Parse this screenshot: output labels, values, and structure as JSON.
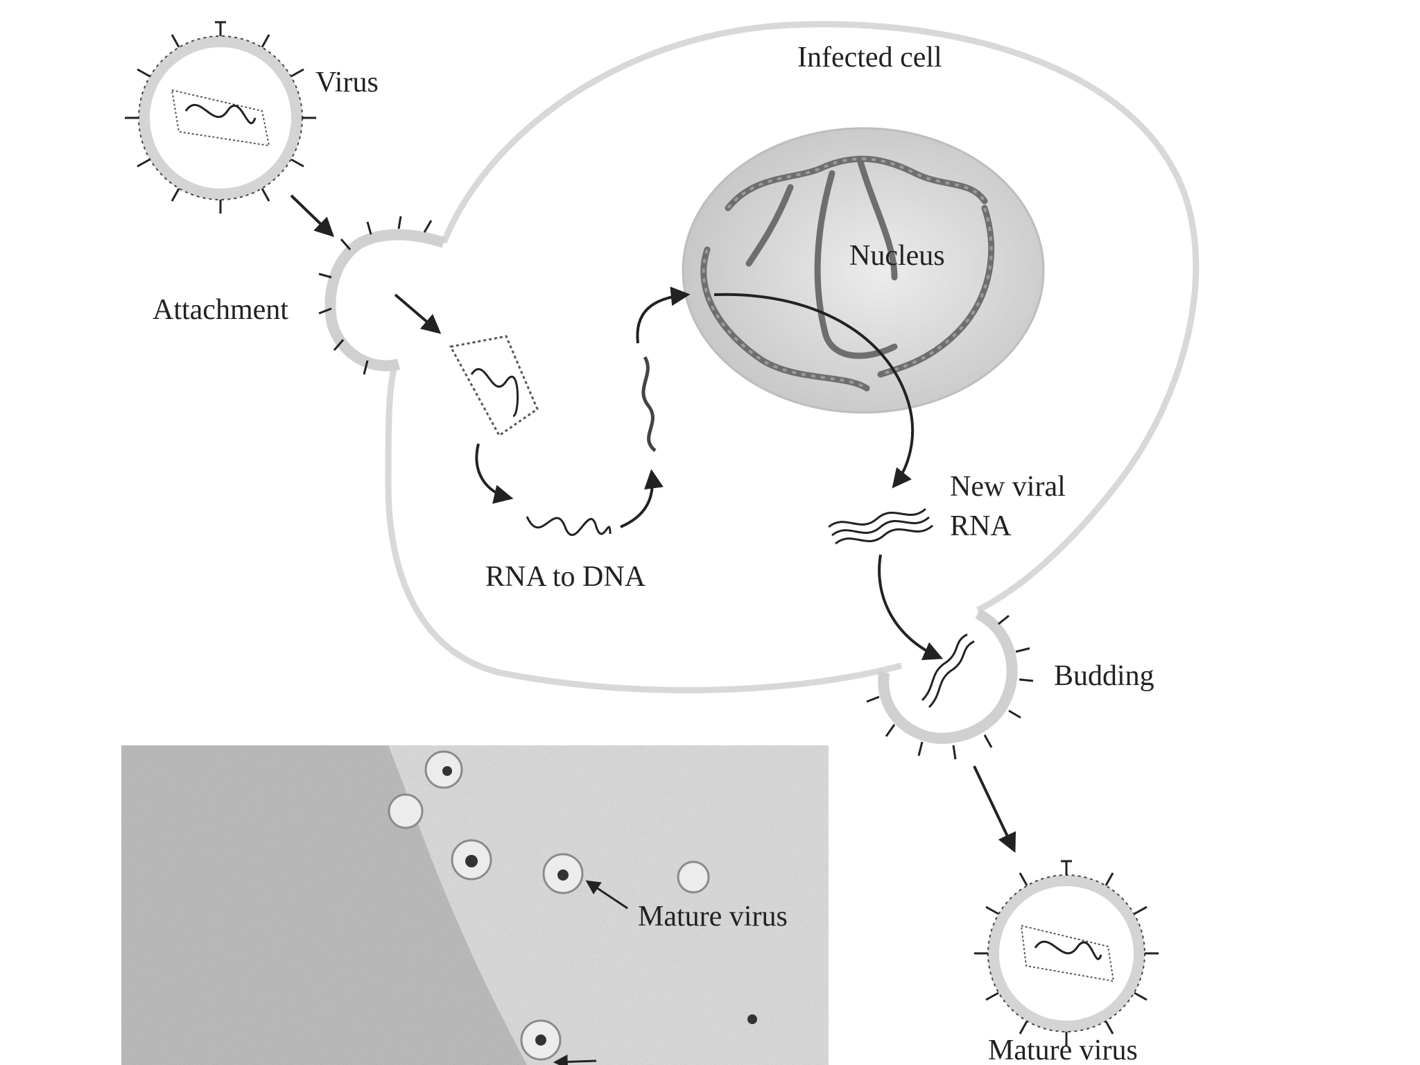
{
  "labels": {
    "virus": "Virus",
    "infected_cell": "Infected cell",
    "nucleus": "Nucleus",
    "attachment": "Attachment",
    "rna_to_dna": "RNA to DNA",
    "new_viral_line1": "New viral",
    "new_viral_line2": "RNA",
    "budding": "Budding",
    "mature_virus_photo": "Mature virus",
    "mature_virus_bottom": "Mature virus"
  },
  "colors": {
    "ink": "#222222",
    "membrane": "#d6d6d6",
    "nucleus_fill": "#cfcfcf",
    "dna_strand": "#7a7a7a",
    "photo_bg": "#d9d9d9"
  }
}
